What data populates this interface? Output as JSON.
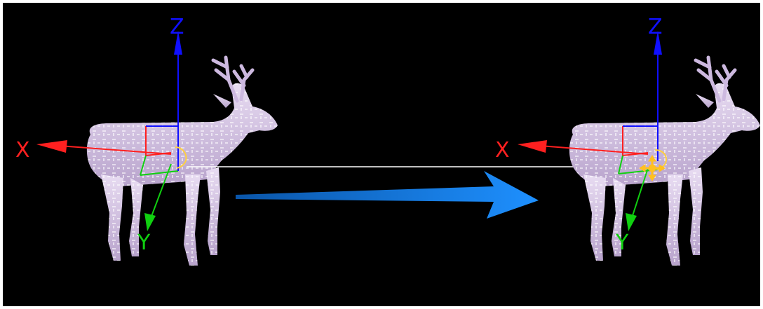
{
  "viewport": {
    "background": "#000000",
    "axis_colors": {
      "x": "#ff2020",
      "y": "#10d010",
      "z": "#1010ff"
    },
    "model_color": "#d7c3e6",
    "arrow_color": "#1e90ff",
    "pivot_color": "#ffc020"
  },
  "left_view": {
    "axis_labels": {
      "x": "X",
      "y": "Y",
      "z": "Z"
    }
  },
  "right_view": {
    "axis_labels": {
      "x": "X",
      "y": "Y",
      "z": "Z"
    }
  },
  "icons": {
    "transition": "right-arrow-icon",
    "pivot_rotate": "rotate-gizmo-icon",
    "pivot_move": "move-gizmo-icon"
  }
}
